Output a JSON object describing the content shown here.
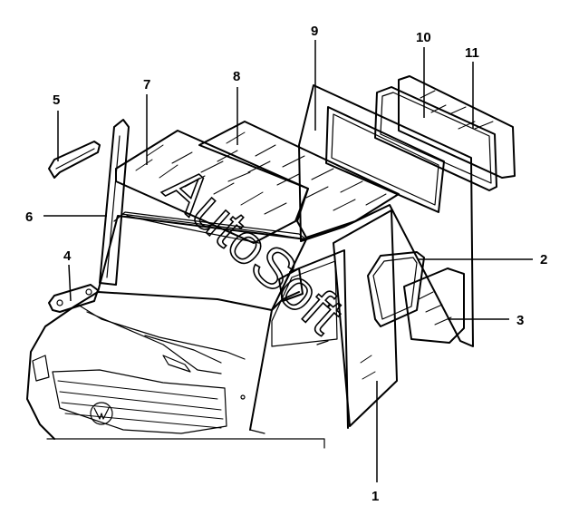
{
  "callouts": {
    "c1": "1",
    "c2": "2",
    "c3": "3",
    "c4": "4",
    "c5": "5",
    "c6": "6",
    "c7": "7",
    "c8": "8",
    "c9": "9",
    "c10": "10",
    "c11": "11"
  },
  "watermark": {
    "text": "AutoSoft"
  }
}
